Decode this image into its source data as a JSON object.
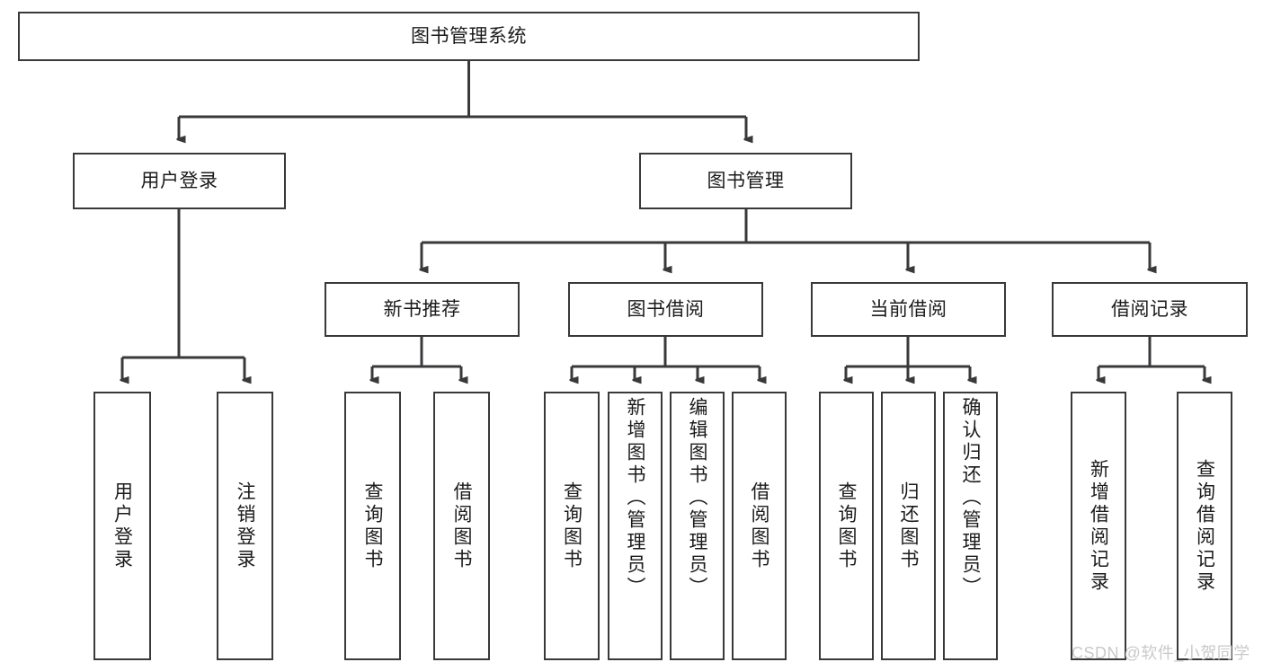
{
  "diagram": {
    "title": "图书管理系统",
    "type": "hierarchy-tree",
    "watermark": "CSDN @软件_小贺同学",
    "colors": {
      "box_border": "#38393b",
      "box_fill": "#ffffff",
      "edge": "#38393b",
      "text": "#1b1b1b",
      "watermark": "#c9c9c9"
    },
    "nodes": {
      "root": {
        "label": "图书管理系统"
      },
      "level2": [
        {
          "label": "用户登录"
        },
        {
          "label": "图书管理"
        }
      ],
      "level3": [
        {
          "label": "新书推荐"
        },
        {
          "label": "图书借阅"
        },
        {
          "label": "当前借阅"
        },
        {
          "label": "借阅记录"
        }
      ],
      "leaves": {
        "user_login": [
          {
            "label": "用户登录"
          },
          {
            "label": "注销登录"
          }
        ],
        "new_book_recommend": [
          {
            "label": "查询图书"
          },
          {
            "label": "借阅图书"
          }
        ],
        "book_borrow": [
          {
            "label": "查询图书"
          },
          {
            "label": "新增图书（管理员）"
          },
          {
            "label": "编辑图书（管理员）"
          },
          {
            "label": "借阅图书"
          }
        ],
        "current_borrow": [
          {
            "label": "查询图书"
          },
          {
            "label": "归还图书"
          },
          {
            "label": "确认归还（管理员）"
          }
        ],
        "borrow_record": [
          {
            "label": "新增借阅记录"
          },
          {
            "label": "查询借阅记录"
          }
        ]
      }
    }
  }
}
